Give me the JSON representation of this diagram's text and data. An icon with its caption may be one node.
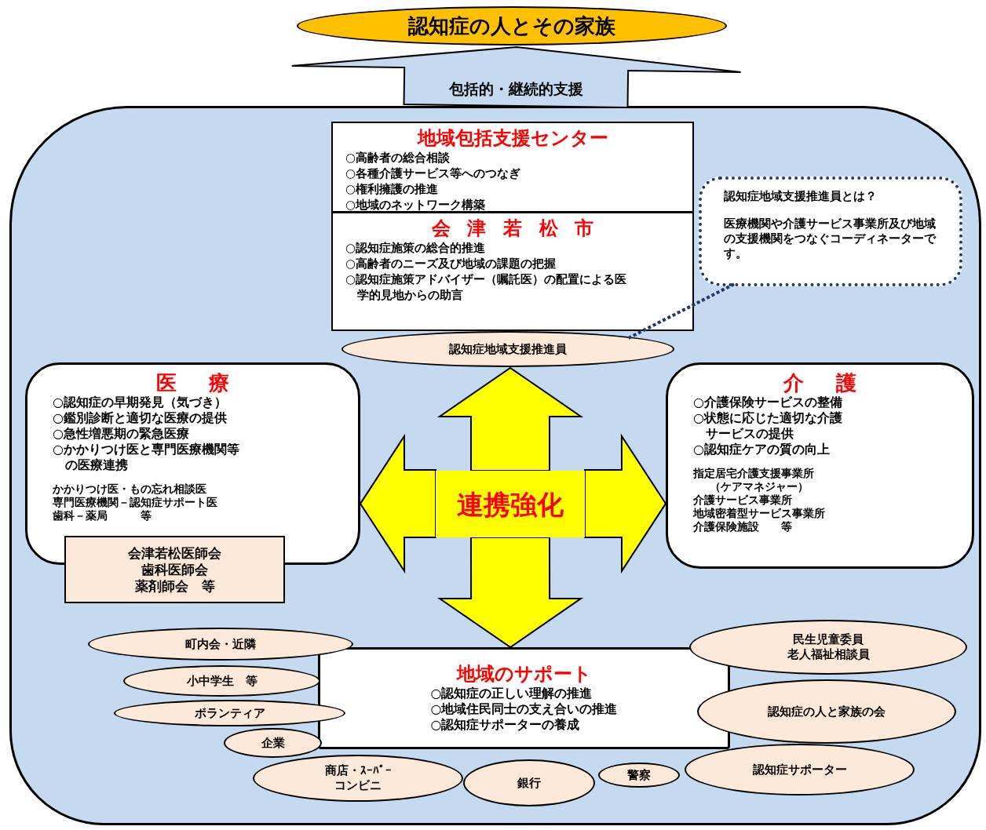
{
  "diagram": {
    "nodes": [
      {
        "text": [
          "認知症の人とその家族"
        ]
      },
      {
        "text": [],
        "shape": "box"
      },
      {
        "text": [
          "地域包括支援センター",
          "○高齢者の総合相談",
          "○各種介護サービス等へのつなぎ",
          "○権利擁護の推進",
          "○地域のネットワーク構築"
        ],
        "in": 1
      },
      {
        "text": [
          "会津若松市",
          "○認知症施策の総合的推進",
          "○高齢者のニーズ及び地域の課題の把握",
          "○認知症施策アドバイザー（嘱託医）の配置による医学的見地からの助言"
        ],
        "in": 1
      },
      {
        "text": [
          "認知症地域支援推進員"
        ],
        "in": 1
      },
      {
        "text": [
          "認知症地域支援推進員とは？",
          "医療機関や介護サービス事業所及び地域の支援機関をつなぐコーディネーターです。"
        ],
        "in": 1
      },
      {
        "text": [
          "医療",
          "○認知症の早期発見（気づき）",
          "○鑑別診断と適切な医療の提供",
          "○急性増悪期の緊急医療",
          "○かかりつけ医と専門医療機関等の医療連携",
          "かかりつけ医・もの忘れ相談医",
          "専門医療機関－認知症サポート医",
          "歯科－薬局　　　等"
        ],
        "in": 1
      },
      {
        "text": [
          "会津若松医師会",
          "歯科医師会",
          "薬剤師会　等"
        ],
        "in": 1
      },
      {
        "text": [
          "介護",
          "○介護保険サービスの整備",
          "○状態に応じた適切な介護サービスの提供",
          "○認知症ケアの質の向上",
          "指定居宅介護支援事業所（ケアマネジャー）",
          "介護サービス事業所",
          "地域密着型サービス事業所",
          "介護保険施設　　等"
        ],
        "in": 1
      },
      {
        "text": [
          "連携強化"
        ],
        "in": 1
      },
      {
        "text": [
          "地域のサポート",
          "○認知症の正しい理解の推進",
          "○地域住民同士の支え合いの推進",
          "○認知症サポーターの養成"
        ],
        "in": 1
      },
      {
        "text": [
          "町内会・近隣"
        ],
        "in": 1
      },
      {
        "text": [
          "小中学生　等"
        ],
        "in": 1
      },
      {
        "text": [
          "ボランティア"
        ],
        "in": 1
      },
      {
        "text": [
          "企業"
        ],
        "in": 1
      },
      {
        "text": [
          "商店・ｽｰﾊﾟｰ",
          "コンビニ"
        ],
        "in": 1
      },
      {
        "text": [
          "銀行"
        ],
        "in": 1
      },
      {
        "text": [
          "警察"
        ],
        "in": 1
      },
      {
        "text": [
          "民生児童委員",
          "老人福祉相談員"
        ],
        "in": 1
      },
      {
        "text": [
          "認知症の人と家族の会"
        ],
        "in": 1
      },
      {
        "text": [
          "認知症サポーター"
        ],
        "in": 1
      }
    ],
    "edges": [
      {
        "from": 1,
        "to": 0,
        "arrow": "to",
        "label": "包括的・継続的支援",
        "style": "thick",
        "color": "#c5d9f1"
      },
      {
        "from": 5,
        "to": 4,
        "arrow": "none",
        "style": "dashed",
        "color": "#1f3864"
      },
      {
        "from": 9,
        "to": 4,
        "arrow": "to",
        "style": "thick",
        "color": "#ffff00"
      },
      {
        "from": 9,
        "to": 6,
        "arrow": "to",
        "style": "thick",
        "color": "#ffff00"
      },
      {
        "from": 9,
        "to": 8,
        "arrow": "to",
        "style": "thick",
        "color": "#ffff00"
      },
      {
        "from": 9,
        "to": 10,
        "arrow": "to",
        "style": "thick",
        "color": "#ffff00"
      }
    ]
  }
}
